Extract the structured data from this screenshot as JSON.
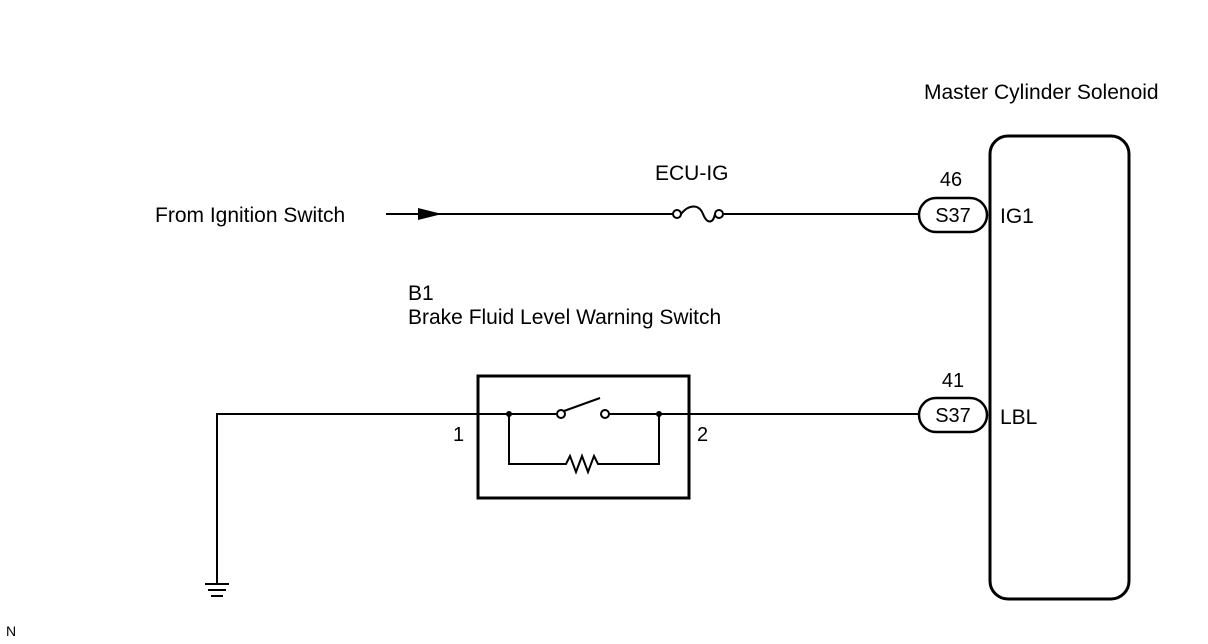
{
  "ecu": {
    "name": "Master Cylinder Solenoid",
    "terminals": [
      {
        "pin": "46",
        "connector": "S37",
        "name": "IG1"
      },
      {
        "pin": "41",
        "connector": "S37",
        "name": "LBL"
      }
    ]
  },
  "source": {
    "label": "From Ignition Switch"
  },
  "fuse": {
    "label": "ECU-IG"
  },
  "switch": {
    "code": "B1",
    "name": "Brake Fluid Level Warning Switch",
    "pin_left": "1",
    "pin_right": "2"
  },
  "corner_mark": "N"
}
